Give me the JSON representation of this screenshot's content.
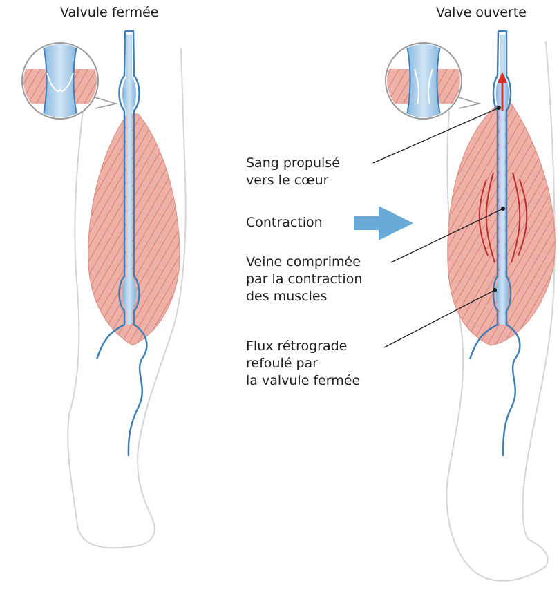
{
  "titles": {
    "left": "Valvule fermée",
    "right": "Valve ouverte"
  },
  "labels": {
    "blood_up": [
      "Sang propulsé",
      "vers le cœur"
    ],
    "contraction": "Contraction",
    "vein_compressed": [
      "Veine comprimée",
      "par la contraction",
      "des muscles"
    ],
    "backflow": [
      "Flux rétrograde",
      "refoulé par",
      "la valvule fermée"
    ]
  },
  "bottom_text": "",
  "colors": {
    "vein_fill": "#a8cbe8",
    "vein_stroke": "#3f7fb8",
    "muscle_fill": "#e9a59b",
    "muscle_line": "#c9564e",
    "leg_outline": "#d4d4d4",
    "arrow_blue": "#6aaad8",
    "arrow_red": "#d9302a"
  }
}
